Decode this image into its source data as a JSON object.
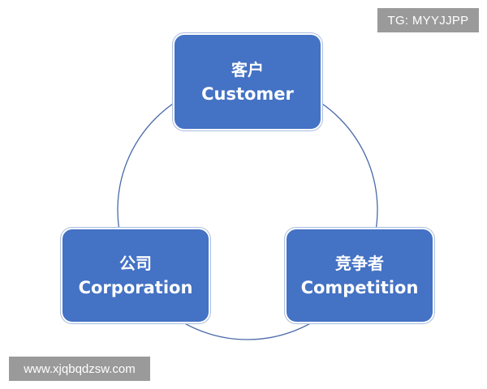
{
  "diagram": {
    "nodes": {
      "customer": {
        "zh": "客户",
        "en": "Customer"
      },
      "company": {
        "zh": "公司",
        "en": "Corporation"
      },
      "competitor": {
        "zh": "竞争者",
        "en": "Competition"
      }
    },
    "colors": {
      "node_fill": "#4472c4",
      "node_text": "#ffffff",
      "circle_stroke": "#4a6aa8",
      "background": "#ffffff"
    }
  },
  "watermarks": {
    "top_right": "TG: MYYJJPP",
    "bottom_left": "www.xjqbqdzsw.com"
  }
}
